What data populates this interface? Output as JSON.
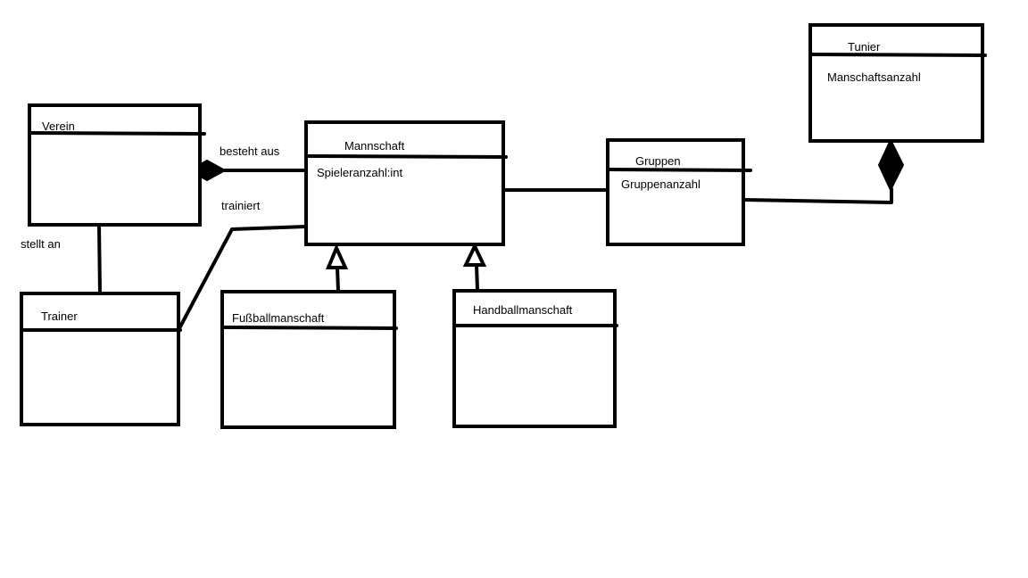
{
  "classes": {
    "verein": {
      "name": "Verein",
      "attribute": ""
    },
    "mannschaft": {
      "name": "Mannschaft",
      "attribute": "Spieleranzahl:int"
    },
    "gruppen": {
      "name": "Gruppen",
      "attribute": "Gruppenanzahl"
    },
    "tunier": {
      "name": "Tunier",
      "attribute": "Manschaftsanzahl"
    },
    "trainer": {
      "name": "Trainer",
      "attribute": ""
    },
    "fussballmannschaft": {
      "name": "Fußballmanschaft",
      "attribute": ""
    },
    "handballmannschaft": {
      "name": "Handballmanschaft",
      "attribute": ""
    }
  },
  "relations": {
    "verein_mannschaft": "besteht aus",
    "trainer_mannschaft": "trainiert",
    "verein_trainer": "stellt an"
  },
  "colors": {
    "stroke": "#000000",
    "background": "#ffffff"
  }
}
